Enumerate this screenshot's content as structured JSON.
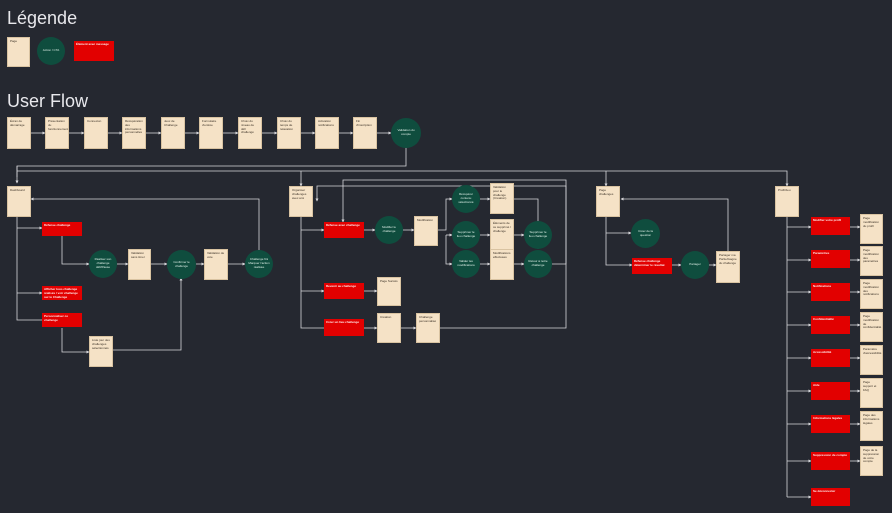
{
  "titles": {
    "legend": "Légende",
    "userflow": "User Flow"
  },
  "legend": {
    "page": "Page",
    "action": "Action / CTA",
    "error": "Élément avec message"
  },
  "main": [
    "Écran de démarrage",
    "Présentation du fonctionnement",
    "Connexion",
    "Récupération des informations personnelles",
    "Jeux de Challenge",
    "Formulaire d'entrée",
    "Choix du niveau de défi challengé",
    "Choix du temps de relaxation",
    "Activation notifications",
    "Fin d'inscription"
  ],
  "main_action": "Validation du compte",
  "col1": {
    "head": "Dashboard",
    "err1": "Défense challenge",
    "act1": "Réaliser son challenge défi/Pause",
    "p1": "Validation sans timer",
    "act2": "Confirmer le challenge",
    "p2": "Validation de vote",
    "act3": "Challenge fini Marquer l'action réalisée",
    "err2": "Afficher tous challenge réalisés / voir challenge sur le Challenge",
    "err3": "Personnaliser ce challenge",
    "p3": "Liste jour des challenges sélectionnés"
  },
  "col2": {
    "head": "Organiser challenges avec ami",
    "err1": "Défense avec challenge",
    "act1": "Modifier le challenge",
    "p1": "Modification",
    "act2": "Récupérer contenu sélectionné",
    "act3": "Supprimer le lieu challenge",
    "act4": "Valider les modifications",
    "p2": "Validation pour le challenge (Création)",
    "p3": "Éléments de ce supprimé / challenge",
    "p4": "Modifications effectuées",
    "act5": "Supprimer le lieu challenge",
    "act6": "Retour à notre challenge",
    "err2": "Revenir au challenge",
    "p5": "Page Succès",
    "err3": "Créer un lieu challenge",
    "p6": "Création",
    "p7": "Challenge personnalisé"
  },
  "col3": {
    "head": "Page challenges",
    "act1": "Créer de la question",
    "err1": "Défense challenge déterminer le résultat",
    "act2": "Partager",
    "p1": "Partager ma Partie/Gagne du challenge"
  },
  "col4": {
    "head": "Profil/Jeu",
    "items": [
      {
        "err": "Modifier votre profil",
        "page": "Page modification du profil"
      },
      {
        "err": "Paramètres",
        "page": "Page modification des paramètres"
      },
      {
        "err": "Notifications",
        "page": "Page modification des notifications"
      },
      {
        "err": "Confidentialité",
        "page": "Page modification de confidentialité"
      },
      {
        "err": "Accessibilité",
        "page": "Paramètre d'accessibilité"
      },
      {
        "err": "Aide",
        "page": "Page support et FAQ"
      },
      {
        "err": "Informations légales",
        "page": "Page des informations légales"
      },
      {
        "err": "Suppression de compte",
        "page": "Page de la suppression de votre compte"
      },
      {
        "err": "Se déconnecter",
        "page": ""
      }
    ]
  },
  "colors": {
    "background": "#252830",
    "page": "#f5e2c6",
    "action": "#0f4d3e",
    "error": "#e20000",
    "line": "#d8d8dc"
  }
}
